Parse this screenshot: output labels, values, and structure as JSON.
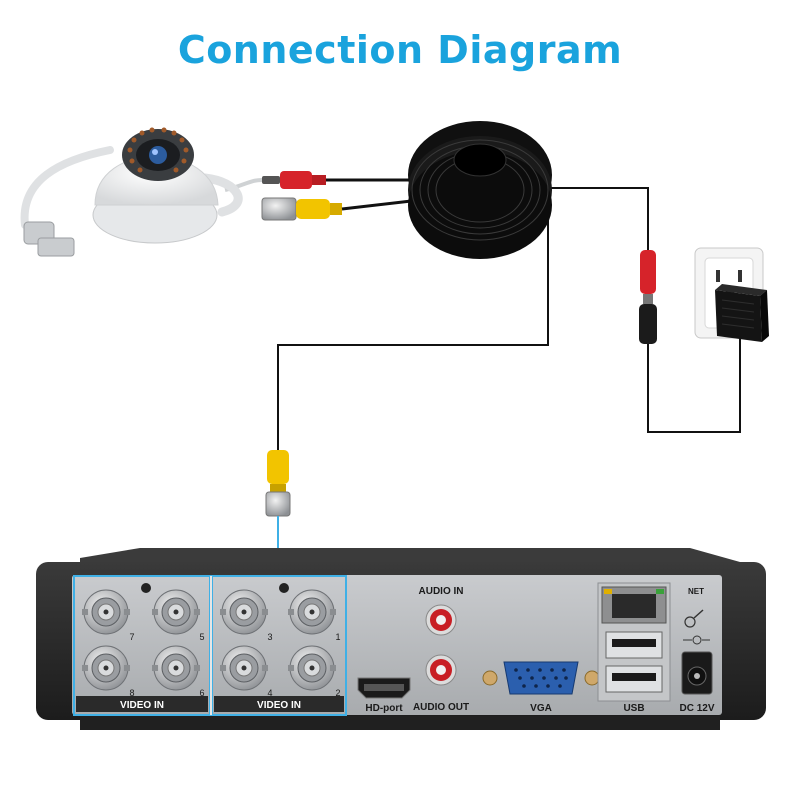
{
  "title": "Connection Diagram",
  "colors": {
    "title": "#1aa3dd",
    "highlight": "#3fb0e6",
    "cable": "#111111",
    "red_plug": "#d6232a",
    "yellow_plug": "#f2c400",
    "panel": "#b9bcbf",
    "dvr_body": "#2b2b2b"
  },
  "dvr": {
    "video_group_label_left": "VIDEO IN",
    "video_group_label_right": "VIDEO IN",
    "ports_left": [
      {
        "num": "7"
      },
      {
        "num": "5"
      },
      {
        "num": "8"
      },
      {
        "num": "6"
      }
    ],
    "ports_right": [
      {
        "num": "3"
      },
      {
        "num": "1"
      },
      {
        "num": "4"
      },
      {
        "num": "2"
      }
    ],
    "audio_in_label": "AUDIO IN",
    "hd_port_label": "HD-port",
    "audio_out_label": "AUDIO OUT",
    "vga_label": "VGA",
    "net_label": "NET",
    "usb_label": "USB",
    "dc_label": "DC 12V"
  }
}
